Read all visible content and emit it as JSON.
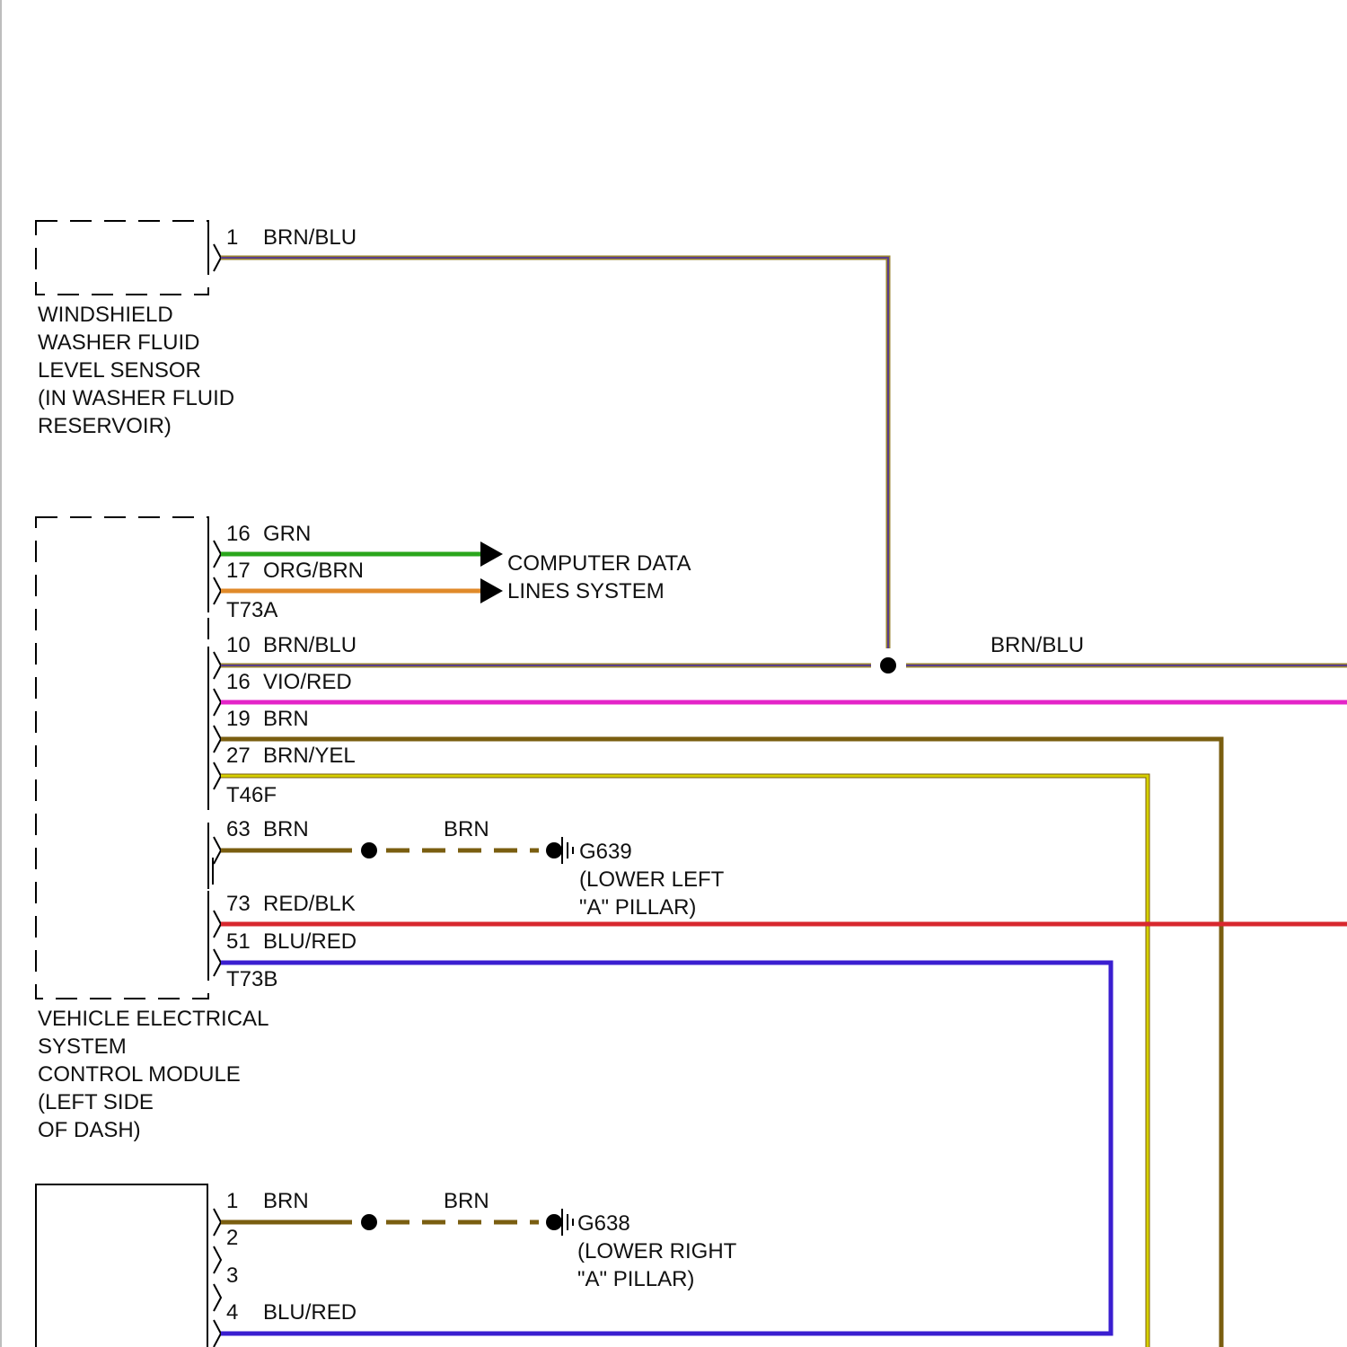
{
  "colors": {
    "brn_blu_a": "#5a3e8c",
    "brn_blu_b": "#9a8430",
    "grn": "#2aa61c",
    "org_brn": "#e08a2a",
    "vio_red": "#e424c8",
    "brn": "#7a5e10",
    "brn_yel": "#d6d000",
    "red_blk": "#d8282e",
    "blu_red": "#3a1ed0",
    "black": "#000000"
  },
  "components": {
    "washer_sensor": {
      "label_lines": [
        "WINDSHIELD",
        "WASHER FLUID",
        "LEVEL SENSOR",
        "(IN WASHER FLUID",
        "RESERVOIR)"
      ]
    },
    "vescm": {
      "label_lines": [
        "VEHICLE ELECTRICAL",
        "SYSTEM",
        "CONTROL MODULE",
        "(LEFT SIDE",
        "OF DASH)"
      ]
    }
  },
  "connectors": {
    "t73a": "T73A",
    "t46f": "T46F",
    "t73b": "T73B"
  },
  "pins": {
    "sensor_1": "1",
    "a16": "16",
    "a17": "17",
    "f10": "10",
    "f16": "16",
    "f19": "19",
    "f27": "27",
    "f63": "63",
    "b73": "73",
    "b51": "51",
    "c1": "1",
    "c2": "2",
    "c3": "3",
    "c4": "4"
  },
  "wires": {
    "sensor_1": "BRN/BLU",
    "a16": "GRN",
    "a17": "ORG/BRN",
    "f10": "BRN/BLU",
    "f10_right": "BRN/BLU",
    "f16": "VIO/RED",
    "f19": "BRN",
    "f27": "BRN/YEL",
    "f63": "BRN",
    "f63_ground": "BRN",
    "b73": "RED/BLK",
    "b51": "BLU/RED",
    "c1": "BRN",
    "c1_ground": "BRN",
    "c4": "BLU/RED"
  },
  "destinations": {
    "computer_data": [
      "COMPUTER DATA",
      "LINES SYSTEM"
    ]
  },
  "grounds": {
    "g639": {
      "name": "G639",
      "location_lines": [
        "(LOWER LEFT",
        "\"A\" PILLAR)"
      ]
    },
    "g638": {
      "name": "G638",
      "location_lines": [
        "(LOWER RIGHT",
        "\"A\" PILLAR)"
      ]
    }
  }
}
